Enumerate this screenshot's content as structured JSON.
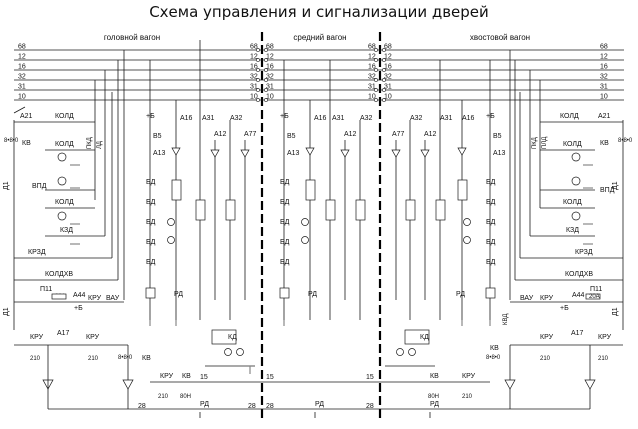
{
  "title": "Схема управления и сигнализации дверей",
  "cars": {
    "head": "головной вагон",
    "middle": "средний вагон",
    "tail": "хвостовой вагон"
  },
  "train_wires": [
    "68",
    "12",
    "16",
    "32",
    "31",
    "10"
  ],
  "bottom_wires": {
    "w15": "15",
    "w28": "28",
    "rd": "РД"
  },
  "labels": {
    "a21": "А21",
    "kv": "КВ",
    "kold": "КОЛД",
    "vpd": "ВПД",
    "kzd": "КЗД",
    "krzd": "КРЗД",
    "koldkhv": "КОЛДХВ",
    "d1": "Д1",
    "plus_b": "+Б",
    "v5": "В5",
    "a13": "А13",
    "a16": "А16",
    "a31": "А31",
    "a32": "А32",
    "a12": "А12",
    "a77": "А77",
    "bd": "БД",
    "rd": "РД",
    "p11": "П11",
    "amp20": "20А",
    "a44": "А44",
    "kru": "КРУ",
    "vau": "ВАУ",
    "a17": "А17",
    "n210": "210",
    "n80n": "80Н",
    "kd": "КД",
    "pkd": "ПКД",
    "ld": "ЛД",
    "pld": "ПЛД",
    "kvd": "КВД",
    "t880": "8•8•0"
  },
  "colors": {
    "wire": "#1a1a1a",
    "boundary": "#000000",
    "ground": "#888888",
    "background": "#ffffff"
  }
}
